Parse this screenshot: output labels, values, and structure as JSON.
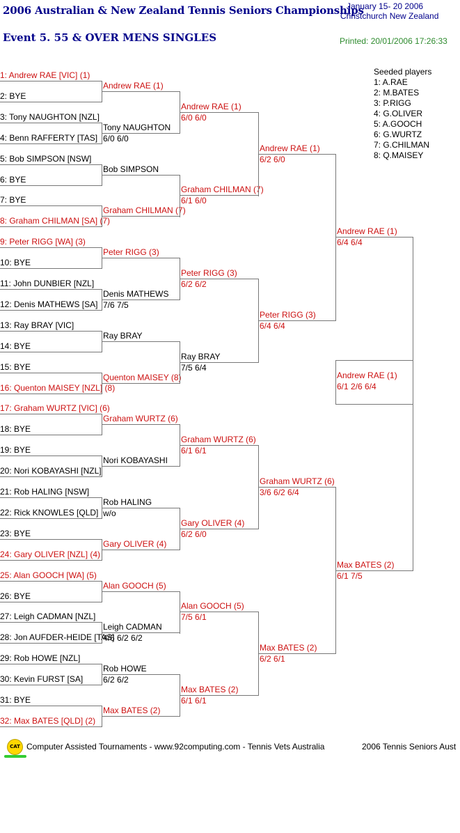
{
  "header": {
    "title": "2006 Australian & New Zealand Tennis Seniors Championships",
    "event": "Event 5. 55 & OVER MENS SINGLES",
    "dates": "January 15- 20 2006",
    "location": "Christchurch   New Zealand",
    "printed": "Printed: 20/01/2006 17:26:33"
  },
  "seeds": {
    "title": "Seeded players",
    "items": [
      "1: A.RAE",
      "2: M.BATES",
      "3: P.RIGG",
      "4: G.OLIVER",
      "5: A.GOOCH",
      "6: G.WURTZ",
      "7: G.CHILMAN",
      "8: Q.MAISEY"
    ]
  },
  "round1": [
    {
      "text": "1: Andrew RAE [VIC] (1)",
      "seeded": true
    },
    {
      "text": "2: BYE",
      "seeded": false
    },
    {
      "text": "3: Tony NAUGHTON [NZL]",
      "seeded": false
    },
    {
      "text": "4: Benn RAFFERTY [TAS]",
      "seeded": false
    },
    {
      "text": "5: Bob SIMPSON [NSW]",
      "seeded": false
    },
    {
      "text": "6: BYE",
      "seeded": false
    },
    {
      "text": "7: BYE",
      "seeded": false
    },
    {
      "text": "8: Graham CHILMAN [SA] (7)",
      "seeded": true
    },
    {
      "text": "9: Peter RIGG [WA] (3)",
      "seeded": true
    },
    {
      "text": "10: BYE",
      "seeded": false
    },
    {
      "text": "11: John DUNBIER [NZL]",
      "seeded": false
    },
    {
      "text": "12: Denis MATHEWS [SA]",
      "seeded": false
    },
    {
      "text": "13: Ray BRAY [VIC]",
      "seeded": false
    },
    {
      "text": "14: BYE",
      "seeded": false
    },
    {
      "text": "15: BYE",
      "seeded": false
    },
    {
      "text": "16: Quenton MAISEY [NZL] (8)",
      "seeded": true
    },
    {
      "text": "17: Graham WURTZ [VIC] (6)",
      "seeded": true
    },
    {
      "text": "18: BYE",
      "seeded": false
    },
    {
      "text": "19: BYE",
      "seeded": false
    },
    {
      "text": "20: Nori KOBAYASHI [NZL]",
      "seeded": false
    },
    {
      "text": "21: Rob HALING [NSW]",
      "seeded": false
    },
    {
      "text": "22: Rick KNOWLES [QLD]",
      "seeded": false
    },
    {
      "text": "23: BYE",
      "seeded": false
    },
    {
      "text": "24: Gary OLIVER [NZL] (4)",
      "seeded": true
    },
    {
      "text": "25: Alan GOOCH [WA] (5)",
      "seeded": true
    },
    {
      "text": "26: BYE",
      "seeded": false
    },
    {
      "text": "27: Leigh CADMAN [NZL]",
      "seeded": false
    },
    {
      "text": "28: Jon AUFDER-HEIDE [TAS]",
      "seeded": false
    },
    {
      "text": "29: Rob HOWE [NZL]",
      "seeded": false
    },
    {
      "text": "30: Kevin FURST [SA]",
      "seeded": false
    },
    {
      "text": "31: BYE",
      "seeded": false
    },
    {
      "text": "32: Max BATES [QLD] (2)",
      "seeded": true
    }
  ],
  "round2": [
    {
      "name": "Andrew RAE (1)",
      "score": "",
      "seeded": true
    },
    {
      "name": "Tony NAUGHTON",
      "score": "6/0 6/0",
      "seeded": false
    },
    {
      "name": "Bob SIMPSON",
      "score": "",
      "seeded": false
    },
    {
      "name": "Graham CHILMAN (7)",
      "score": "",
      "seeded": true
    },
    {
      "name": "Peter RIGG (3)",
      "score": "",
      "seeded": true
    },
    {
      "name": "Denis MATHEWS",
      "score": "7/6 7/5",
      "seeded": false
    },
    {
      "name": "Ray BRAY",
      "score": "",
      "seeded": false
    },
    {
      "name": "Quenton MAISEY (8)",
      "score": "",
      "seeded": true
    },
    {
      "name": "Graham WURTZ (6)",
      "score": "",
      "seeded": true
    },
    {
      "name": "Nori KOBAYASHI",
      "score": "",
      "seeded": false
    },
    {
      "name": "Rob HALING",
      "score": "w/o",
      "seeded": false
    },
    {
      "name": "Gary OLIVER (4)",
      "score": "",
      "seeded": true
    },
    {
      "name": "Alan GOOCH (5)",
      "score": "",
      "seeded": true
    },
    {
      "name": "Leigh CADMAN",
      "score": "4/6 6/2 6/2",
      "seeded": false
    },
    {
      "name": "Rob HOWE",
      "score": "6/2 6/2",
      "seeded": false
    },
    {
      "name": "Max BATES (2)",
      "score": "",
      "seeded": true
    }
  ],
  "round3": [
    {
      "name": "Andrew RAE (1)",
      "score": "6/0 6/0",
      "seeded": true
    },
    {
      "name": "Graham CHILMAN (7)",
      "score": "6/1 6/0",
      "seeded": true
    },
    {
      "name": "Peter RIGG (3)",
      "score": "6/2 6/2",
      "seeded": true
    },
    {
      "name": "Ray BRAY",
      "score": "7/5 6/4",
      "seeded": false
    },
    {
      "name": "Graham WURTZ (6)",
      "score": "6/1 6/1",
      "seeded": true
    },
    {
      "name": "Gary OLIVER (4)",
      "score": "6/2 6/0",
      "seeded": true
    },
    {
      "name": "Alan GOOCH (5)",
      "score": "7/5 6/1",
      "seeded": true
    },
    {
      "name": "Max BATES (2)",
      "score": "6/1 6/1",
      "seeded": true
    }
  ],
  "round4": [
    {
      "name": "Andrew RAE (1)",
      "score": "6/2 6/0",
      "seeded": true
    },
    {
      "name": "Peter RIGG (3)",
      "score": "6/4 6/4",
      "seeded": true
    },
    {
      "name": "Graham WURTZ (6)",
      "score": "3/6 6/2 6/4",
      "seeded": true
    },
    {
      "name": "Max BATES (2)",
      "score": "6/2 6/1",
      "seeded": true
    }
  ],
  "round5": [
    {
      "name": "Andrew RAE (1)",
      "score": "6/4 6/4",
      "seeded": true
    },
    {
      "name": "Max BATES (2)",
      "score": "6/1 7/5",
      "seeded": true
    }
  ],
  "final": {
    "name": "Andrew RAE (1)",
    "score": "6/1 2/6 6/4",
    "seeded": true
  },
  "footer": {
    "logo_text": "CAT",
    "left": "Computer Assisted Tournaments - www.92computing.com -  Tennis Vets Australia",
    "right": "2006 Tennis Seniors Aust"
  }
}
